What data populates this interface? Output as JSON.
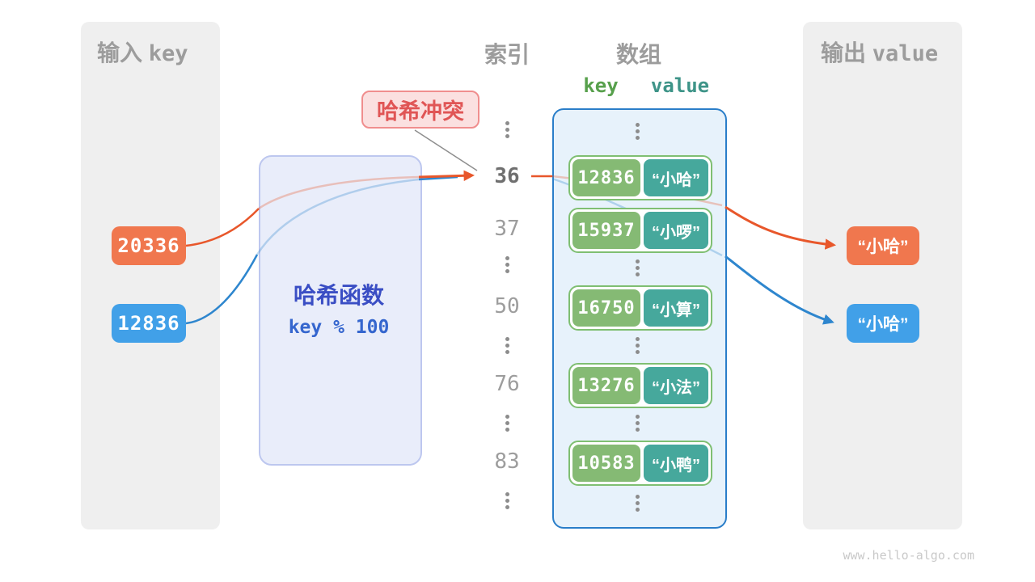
{
  "input_panel": {
    "header_zh": "输入",
    "header_en": "key",
    "keys": [
      {
        "value": "20336",
        "variant": "orange"
      },
      {
        "value": "12836",
        "variant": "blue"
      }
    ]
  },
  "hash_function": {
    "title": "哈希函数",
    "formula": "key % 100"
  },
  "collision": {
    "label": "哈希冲突"
  },
  "index_column": {
    "header": "索引",
    "values": [
      "36",
      "37",
      "50",
      "76",
      "83"
    ],
    "highlighted": "36"
  },
  "array": {
    "header": "数组",
    "key_label": "key",
    "value_label": "value",
    "entries": [
      {
        "key": "12836",
        "value": "“小哈”"
      },
      {
        "key": "15937",
        "value": "“小啰”"
      },
      {
        "key": "16750",
        "value": "“小算”"
      },
      {
        "key": "13276",
        "value": "“小法”"
      },
      {
        "key": "10583",
        "value": "“小鸭”"
      }
    ]
  },
  "output_panel": {
    "header_zh": "输出",
    "header_en": "value",
    "values": [
      {
        "value": "“小哈”",
        "variant": "orange"
      },
      {
        "value": "“小哈”",
        "variant": "blue"
      }
    ]
  },
  "footer": {
    "url": "www.hello-algo.com"
  },
  "colors": {
    "orange_chip": "#F0774E",
    "blue_chip": "#41A0E8",
    "key_green": "#85BA74",
    "value_teal": "#46A89C",
    "entry_border_green": "#7FBF72",
    "array_fill": "#E7F2FB",
    "array_border": "#2A7EC9",
    "hash_fill": "#E9EDFA",
    "hash_border": "#BDC7EF",
    "hash_text": "#3A4EC4",
    "collision_fill": "#FBE0E0",
    "collision_border": "#F08E8E",
    "collision_text": "#E05555",
    "line_orange": "#E8572B",
    "line_blue": "#2E86CE",
    "gray_text": "#9C9C9C"
  }
}
